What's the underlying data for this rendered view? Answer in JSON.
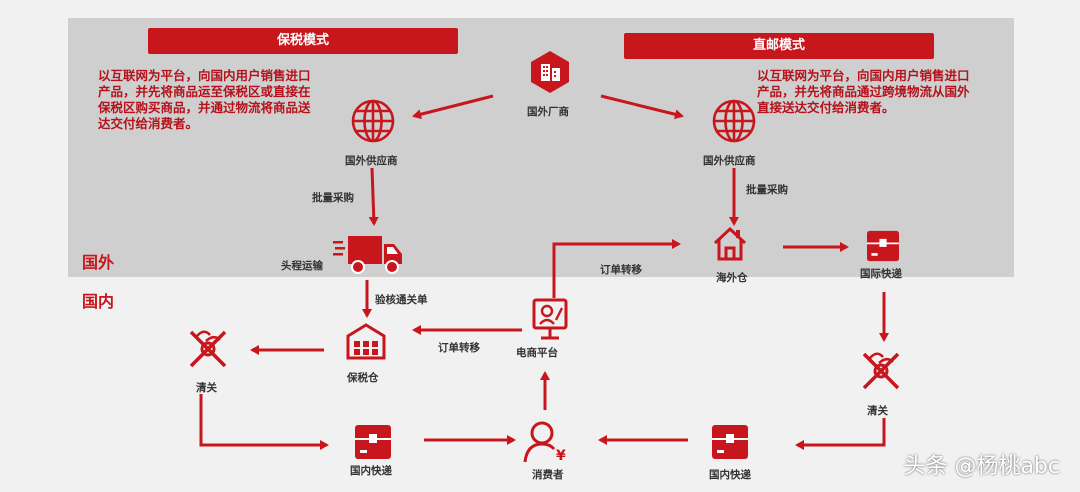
{
  "colors": {
    "accent": "#c8161d",
    "abroad_band": "#cfcfcf",
    "background": "#f1f1f1"
  },
  "modes": {
    "bonded": {
      "title": "保税模式",
      "desc_lines": [
        "以互联网为平台，向国内用户销售进口",
        "产品，并先将商品运至保税区或直接在",
        "保税区购买商品，并通过物流将商品送",
        "达交付给消费者。"
      ]
    },
    "direct": {
      "title": "直邮模式",
      "desc_lines": [
        "以互联网为平台，向国内用户销售进口",
        "产品，并先将商品通过跨境物流从国外",
        "直接送达交付给消费者。"
      ]
    }
  },
  "regions": {
    "abroad": "国外",
    "domestic": "国内"
  },
  "nodes": {
    "manufacturer": {
      "label": "国外厂商",
      "icon": "building-icon"
    },
    "supplier_left": {
      "label": "国外供应商",
      "icon": "globe-icon"
    },
    "supplier_right": {
      "label": "国外供应商",
      "icon": "globe-icon"
    },
    "transport": {
      "label": "头程运输",
      "icon": "truck-icon"
    },
    "bonded_warehouse": {
      "label": "保税仓",
      "icon": "warehouse-icon"
    },
    "customs_left": {
      "label": "清关",
      "icon": "customs-icon"
    },
    "domestic_express_left": {
      "label": "国内快递",
      "icon": "box-icon"
    },
    "consumer": {
      "label": "消费者",
      "icon": "user-yen-icon"
    },
    "ecommerce": {
      "label": "电商平台",
      "icon": "monitor-icon"
    },
    "overseas_warehouse": {
      "label": "海外仓",
      "icon": "house-icon"
    },
    "intl_express": {
      "label": "国际快递",
      "icon": "box-icon"
    },
    "customs_right": {
      "label": "清关",
      "icon": "customs-icon"
    },
    "domestic_express_right": {
      "label": "国内快递",
      "icon": "box-icon"
    }
  },
  "edge_labels": {
    "bulk_purchase_left": "批量采购",
    "bulk_purchase_right": "批量采购",
    "inspection": "验核通关单",
    "order_transfer_left": "订单转移",
    "order_transfer_right": "订单转移"
  },
  "watermark": "头条 @杨桃abc"
}
